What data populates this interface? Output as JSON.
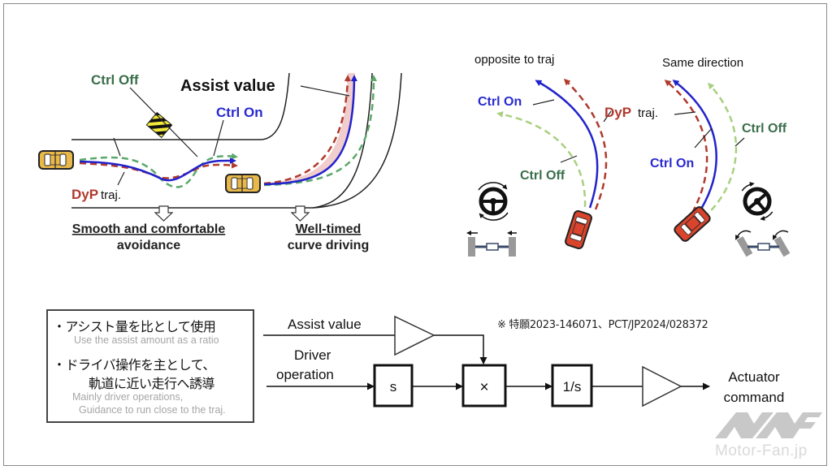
{
  "top_left": {
    "labels": {
      "ctrl_off": "Ctrl Off",
      "assist_value": "Assist value",
      "ctrl_on": "Ctrl On",
      "dyp": "DyP",
      "traj": "traj."
    },
    "captions": {
      "avoidance_line1": "Smooth and comfortable",
      "avoidance_line2": "avoidance",
      "curve_line1": "Well-timed",
      "curve_line2": "curve driving"
    }
  },
  "top_right": {
    "left_panel": {
      "title": "opposite to traj",
      "ctrl_on": "Ctrl On",
      "dyp": "DyP",
      "traj": "traj.",
      "ctrl_off": "Ctrl Off"
    },
    "right_panel": {
      "title": "Same direction",
      "ctrl_on": "Ctrl On",
      "ctrl_off": "Ctrl Off"
    }
  },
  "notes": {
    "bullet1_jp": "・アシスト量を比として使用",
    "bullet1_en": "Use the assist amount as a ratio",
    "bullet2_jp_line1": "・ドライバ操作を主として、",
    "bullet2_jp_line2": "軌道に近い走行へ誘導",
    "bullet2_en_line1": "Mainly driver operations,",
    "bullet2_en_line2": "Guidance to run close to the traj."
  },
  "block_diagram": {
    "input_assist": "Assist value",
    "input_driver_line1": "Driver",
    "input_driver_line2": "operation",
    "block_s": "s",
    "block_multiply": "×",
    "block_integrate": "1/s",
    "output_line1": "Actuator",
    "output_line2": "command"
  },
  "patent_note": "※ 特願2023-146071、PCT/JP2024/028372",
  "watermark": {
    "text": "Motor-Fan.jp"
  },
  "colors": {
    "ctrl_on": "#2222cc",
    "dyp": "#b03a2e",
    "ctrl_off_top": "#4a9a5a",
    "ctrl_off_right": "#a8d080",
    "ctrl_off_label": "#3a6e4a",
    "car_yellow": "#e8b84a",
    "car_red": "#d9442c"
  }
}
